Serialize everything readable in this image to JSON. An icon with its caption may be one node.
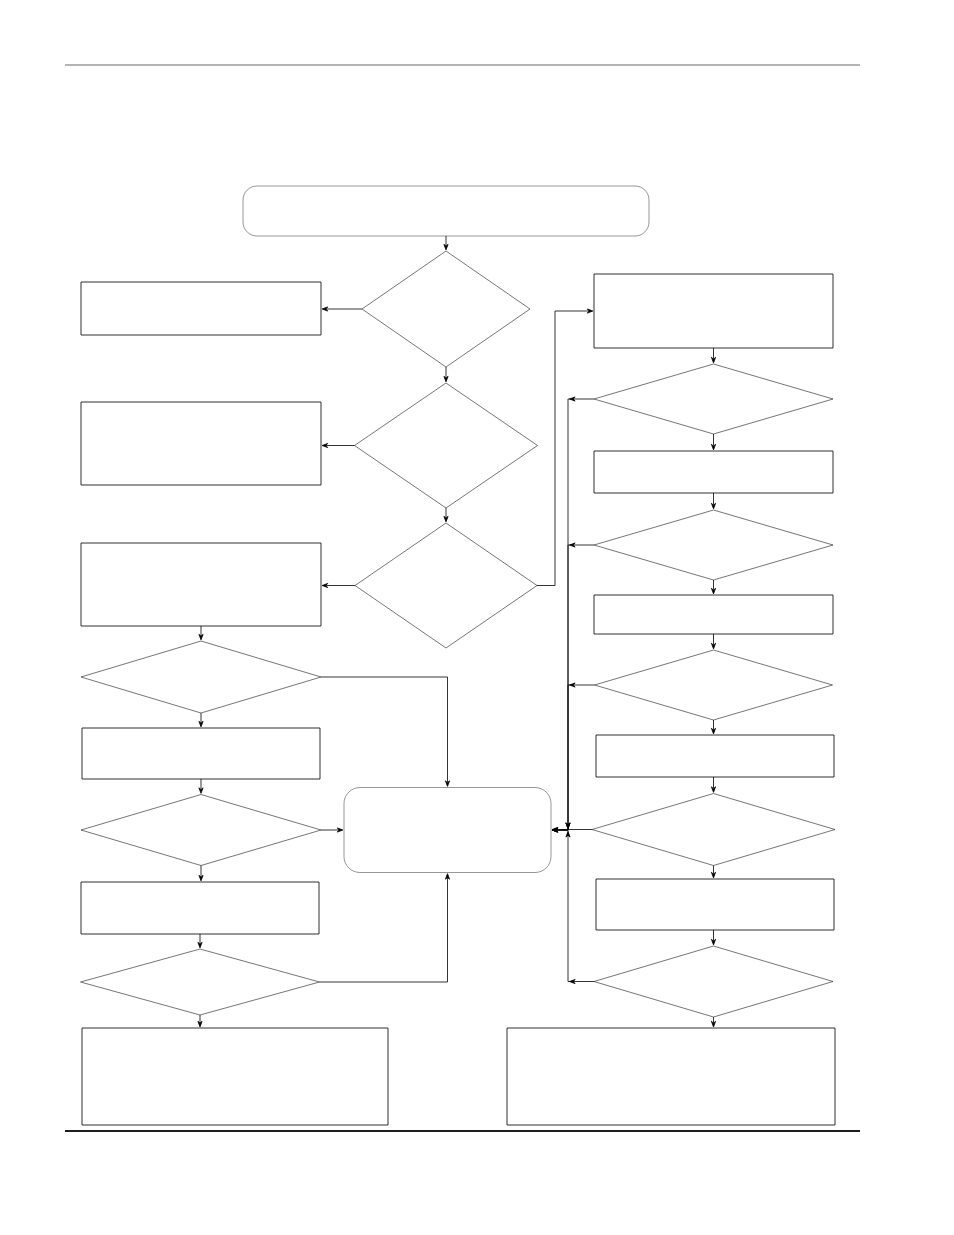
{
  "diagram": {
    "nodes": [
      {
        "text": [],
        "shape": "box"
      },
      {
        "text": [],
        "shape": "diamond"
      },
      {
        "text": [],
        "shape": "box"
      },
      {
        "text": [],
        "shape": "box"
      },
      {
        "text": [],
        "shape": "diamond"
      },
      {
        "text": [],
        "shape": "diamond"
      },
      {
        "text": [],
        "shape": "box"
      },
      {
        "text": [],
        "shape": "box"
      },
      {
        "text": [],
        "shape": "diamond"
      },
      {
        "text": [],
        "shape": "diamond"
      },
      {
        "text": [],
        "shape": "box"
      },
      {
        "text": [],
        "shape": "box"
      },
      {
        "text": [],
        "shape": "diamond"
      },
      {
        "text": [],
        "shape": "diamond"
      },
      {
        "text": [],
        "shape": "box"
      },
      {
        "text": [],
        "shape": "box"
      },
      {
        "text": [],
        "shape": "box"
      },
      {
        "text": [],
        "shape": "diamond"
      },
      {
        "text": [],
        "shape": "diamond"
      },
      {
        "text": [],
        "shape": "box"
      },
      {
        "text": [],
        "shape": "box"
      },
      {
        "text": [],
        "shape": "diamond"
      },
      {
        "text": [],
        "shape": "diamond"
      },
      {
        "text": [],
        "shape": "box"
      },
      {
        "text": [],
        "shape": "box"
      }
    ],
    "edges": [
      {
        "from": 0,
        "to": 1,
        "arrow": "to"
      },
      {
        "from": 1,
        "to": 2,
        "arrow": "to"
      },
      {
        "from": 1,
        "to": 4,
        "arrow": "to"
      },
      {
        "from": 4,
        "to": 6,
        "arrow": "to"
      },
      {
        "from": 4,
        "to": 8,
        "arrow": "to"
      },
      {
        "from": 8,
        "to": 10,
        "arrow": "to"
      },
      {
        "from": 8,
        "to": 3,
        "arrow": "to"
      },
      {
        "from": 3,
        "to": 5,
        "arrow": "to"
      },
      {
        "from": 5,
        "to": 7,
        "arrow": "to"
      },
      {
        "from": 5,
        "to": 16,
        "arrow": "to"
      },
      {
        "from": 7,
        "to": 9,
        "arrow": "to"
      },
      {
        "from": 9,
        "to": 11,
        "arrow": "to"
      },
      {
        "from": 9,
        "to": 16,
        "arrow": "to"
      },
      {
        "from": 11,
        "to": 13,
        "arrow": "to"
      },
      {
        "from": 13,
        "to": 15,
        "arrow": "to"
      },
      {
        "from": 13,
        "to": 16,
        "arrow": "to"
      },
      {
        "from": 15,
        "to": 18,
        "arrow": "to"
      },
      {
        "from": 18,
        "to": 20,
        "arrow": "to"
      },
      {
        "from": 18,
        "to": 16,
        "arrow": "to"
      },
      {
        "from": 20,
        "to": 22,
        "arrow": "to"
      },
      {
        "from": 22,
        "to": 24,
        "arrow": "to"
      },
      {
        "from": 22,
        "to": 16,
        "arrow": "to"
      },
      {
        "from": 10,
        "to": 12,
        "arrow": "to"
      },
      {
        "from": 12,
        "to": 14,
        "arrow": "to"
      },
      {
        "from": 12,
        "to": 16,
        "arrow": "to"
      },
      {
        "from": 14,
        "to": 17,
        "arrow": "to"
      },
      {
        "from": 17,
        "to": 19,
        "arrow": "to"
      },
      {
        "from": 17,
        "to": 16,
        "arrow": "to"
      },
      {
        "from": 19,
        "to": 21,
        "arrow": "to"
      },
      {
        "from": 21,
        "to": 23,
        "arrow": "to"
      },
      {
        "from": 21,
        "to": 16,
        "arrow": "to"
      }
    ]
  }
}
